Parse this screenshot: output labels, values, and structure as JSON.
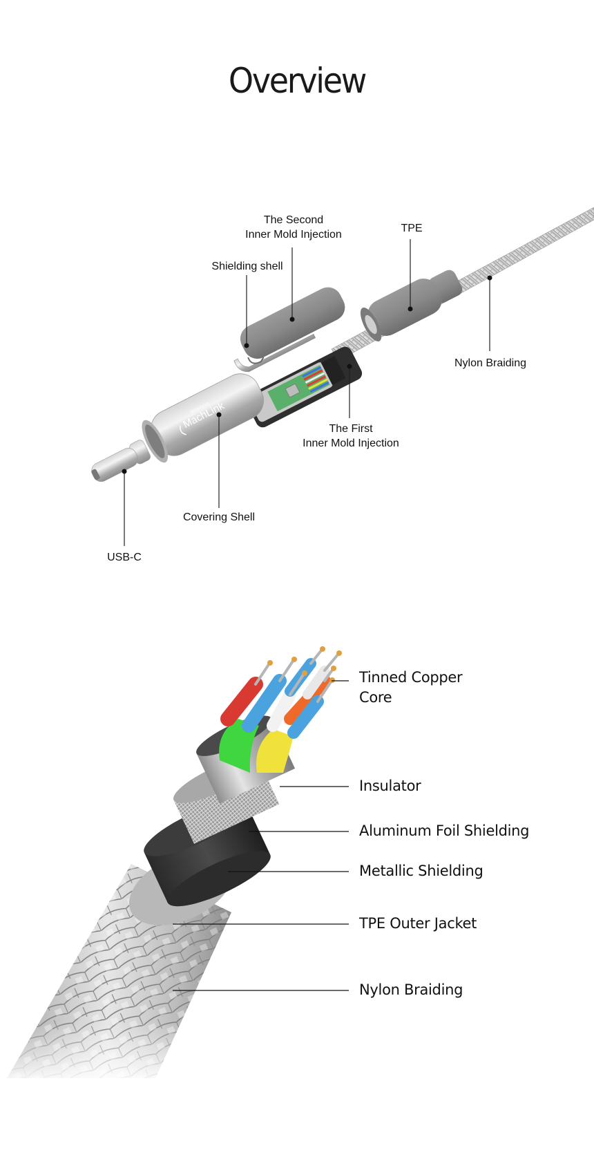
{
  "title": "Overview",
  "exploded_view": {
    "brand": {
      "small": "Networks",
      "large": "MachLink"
    },
    "labels": {
      "second_mold": [
        "The Second",
        "Inner Mold Injection"
      ],
      "shielding_shell": "Shielding shell",
      "tpe": "TPE",
      "nylon_braiding": "Nylon Braiding",
      "first_mold": [
        "The First",
        "Inner Mold Injection"
      ],
      "covering_shell": "Covering Shell",
      "usb_c": "USB-C"
    }
  },
  "cross_section": {
    "labels": {
      "core": [
        "Tinned Copper",
        "Core"
      ],
      "insulator": "Insulator",
      "foil": "Aluminum Foil Shielding",
      "metallic": "Metallic Shielding",
      "jacket": "TPE Outer Jacket",
      "braid": "Nylon Braiding"
    },
    "wire_colors": [
      "#d83a32",
      "#4aa3de",
      "#f2f2f2",
      "#ef6a2a",
      "#4aa3de",
      "#e8e8e8"
    ],
    "insulator_colors": [
      "#3fd63f",
      "#f0e23a"
    ]
  },
  "colors": {
    "text": "#111111",
    "shell_silver": "#b9b9b9",
    "mold_gray": "#8a8a8a",
    "tpe_dark": "#3a3a3a",
    "pcb_green": "#5ab06a"
  }
}
